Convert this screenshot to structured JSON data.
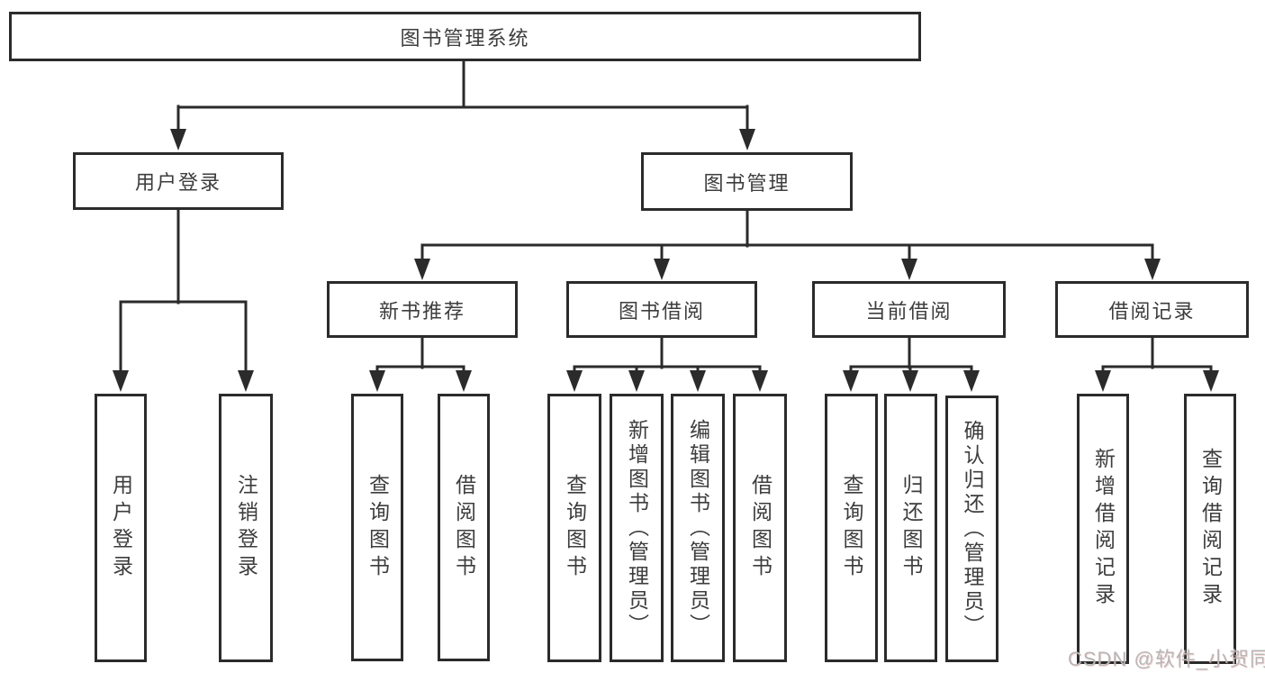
{
  "nodes": {
    "root": "图书管理系统",
    "level2": [
      "用户登录",
      "图书管理"
    ],
    "login_children": [
      "用户登录",
      "注销登录"
    ],
    "level3": [
      "新书推荐",
      "图书借阅",
      "当前借阅",
      "借阅记录"
    ],
    "recommend_children": [
      "查询图书",
      "借阅图书"
    ],
    "borrow_children": [
      "查询图书",
      "新增图书（管理员）",
      "编辑图书（管理员）",
      "借阅图书"
    ],
    "current_children": [
      "查询图书",
      "归还图书",
      "确认归还（管理员）"
    ],
    "record_children": [
      "新增借阅记录",
      "查询借阅记录"
    ]
  },
  "watermark": "CSDN @软件_小贺同学",
  "colors": {
    "line": "#2b2b2b",
    "text": "#3d3d3d",
    "background": "#ffffff",
    "watermark": "#b6b6b6"
  }
}
